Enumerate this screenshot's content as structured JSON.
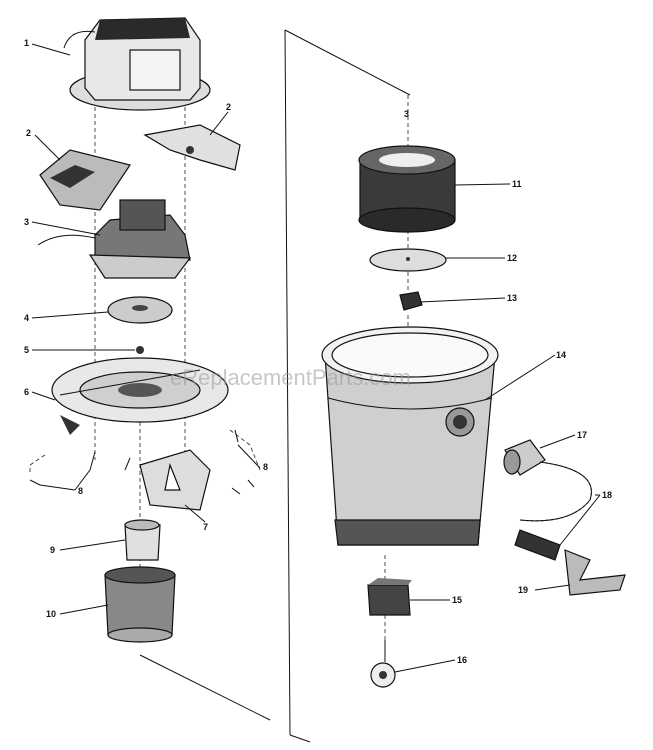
{
  "watermark": "eReplacementParts.com",
  "callouts": [
    {
      "id": "1",
      "label": "1"
    },
    {
      "id": "2a",
      "label": "2"
    },
    {
      "id": "2b",
      "label": "2"
    },
    {
      "id": "3a",
      "label": "3"
    },
    {
      "id": "3b",
      "label": "3"
    },
    {
      "id": "4",
      "label": "4"
    },
    {
      "id": "5",
      "label": "5"
    },
    {
      "id": "6",
      "label": "6"
    },
    {
      "id": "7",
      "label": "7"
    },
    {
      "id": "8a",
      "label": "8"
    },
    {
      "id": "8b",
      "label": "8"
    },
    {
      "id": "9",
      "label": "9"
    },
    {
      "id": "10",
      "label": "10"
    },
    {
      "id": "11",
      "label": "11"
    },
    {
      "id": "12",
      "label": "12"
    },
    {
      "id": "13",
      "label": "13"
    },
    {
      "id": "14",
      "label": "14"
    },
    {
      "id": "15",
      "label": "15"
    },
    {
      "id": "16",
      "label": "16"
    },
    {
      "id": "17",
      "label": "17"
    },
    {
      "id": "18",
      "label": "18"
    },
    {
      "id": "19",
      "label": "19"
    }
  ],
  "colors": {
    "ink": "#111111",
    "fill_dark": "#2a2a2a",
    "fill_mid": "#8a8a8a",
    "fill_light": "#d8d8d8",
    "watermark": "#9a9a9a"
  }
}
